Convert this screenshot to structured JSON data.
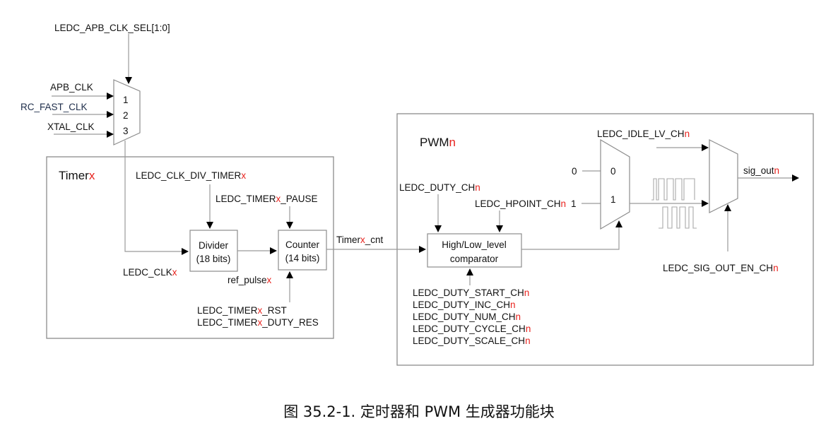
{
  "colors": {
    "accent": "#e8231e",
    "line": "#9a9a9a",
    "text": "#111111",
    "blue_text": "#1e2d4a"
  },
  "clock_mux": {
    "select_signal": "LEDC_APB_CLK_SEL[1:0]",
    "inputs": [
      {
        "name": "APB_CLK",
        "index": "1"
      },
      {
        "name": "RC_FAST_CLK",
        "index": "2"
      },
      {
        "name": "XTAL_CLK",
        "index": "3"
      }
    ]
  },
  "timer": {
    "title": "Timer",
    "title_suffix": "x",
    "div_signal": "LEDC_CLK_DIV_TIMER",
    "div_signal_suffix": "x",
    "pause_signal_pre": "LEDC_TIMER",
    "pause_signal_suffix": "x",
    "pause_signal_post": "_PAUSE",
    "clk_label": "LEDC_CLK",
    "clk_label_suffix": "x",
    "ref_pulse": "ref_pulse",
    "ref_pulse_suffix": "x",
    "divider": {
      "line1": "Divider",
      "line2": "(18 bits)"
    },
    "counter": {
      "line1": "Counter",
      "line2": "(14 bits)"
    },
    "rst_pre": "LEDC_TIMER",
    "rst_suffix": "x",
    "rst_post": "_RST",
    "duty_res_pre": "LEDC_TIMER",
    "duty_res_suffix": "x",
    "duty_res_post": "_DUTY_RES",
    "cnt_pre": "Timer",
    "cnt_suffix": "x",
    "cnt_post": "_cnt"
  },
  "pwm": {
    "title": "PWM",
    "title_suffix": "n",
    "duty": "LEDC_DUTY_CH",
    "duty_suffix": "n",
    "hpoint": "LEDC_HPOINT_CH",
    "hpoint_suffix": "n",
    "comparator": {
      "line1": "High/Low_level",
      "line2": "comparator"
    },
    "duty_params": [
      {
        "name": "LEDC_DUTY_START_CH",
        "suffix": "n"
      },
      {
        "name": "LEDC_DUTY_INC_CH",
        "suffix": "n"
      },
      {
        "name": "LEDC_DUTY_NUM_CH",
        "suffix": "n"
      },
      {
        "name": "LEDC_DUTY_CYCLE_CH",
        "suffix": "n"
      },
      {
        "name": "LEDC_DUTY_SCALE_CH",
        "suffix": "n"
      }
    ],
    "mux": {
      "in0_value": "0",
      "in1_value": "1",
      "port0": "0",
      "port1": "1"
    },
    "idle_lv": "LEDC_IDLE_LV_CH",
    "idle_lv_suffix": "n",
    "sig_out_en": "LEDC_SIG_OUT_EN_CH",
    "sig_out_en_suffix": "n",
    "sig_out": "sig_out",
    "sig_out_suffix": "n"
  },
  "caption": "图 35.2-1. 定时器和 PWM 生成器功能块"
}
